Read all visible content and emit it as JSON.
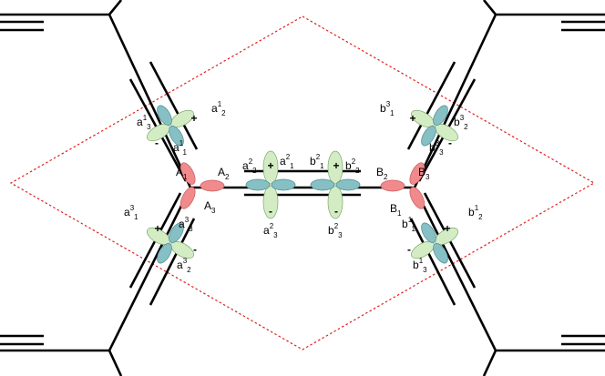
{
  "colors": {
    "sigma_lobe": "#f08a8c",
    "p_lobe_green": "#d4ecc4",
    "p_lobe_teal": "#86bfc4",
    "cell_outline": "#e0201e",
    "bond": "#000000"
  },
  "labels": {
    "A1": {
      "base": "A",
      "sub": "1"
    },
    "A2": {
      "base": "A",
      "sub": "2"
    },
    "A3": {
      "base": "A",
      "sub": "3"
    },
    "B1": {
      "base": "B",
      "sub": "1"
    },
    "B2": {
      "base": "B",
      "sub": "2"
    },
    "B3": {
      "base": "B",
      "sub": "3"
    },
    "a1_2": {
      "base": "a",
      "sup": "1",
      "sub": "2"
    },
    "a1_3": {
      "base": "a",
      "sup": "1",
      "sub": "3"
    },
    "a1_1": {
      "base": "a",
      "sup": "1",
      "sub": "1"
    },
    "a2_2": {
      "base": "a",
      "sup": "2",
      "sub": "2"
    },
    "a2_1": {
      "base": "a",
      "sup": "2",
      "sub": "1"
    },
    "a2_3": {
      "base": "a",
      "sup": "2",
      "sub": "3"
    },
    "a3_1": {
      "base": "a",
      "sup": "3",
      "sub": "1"
    },
    "a3_3": {
      "base": "a",
      "sup": "3",
      "sub": "3"
    },
    "a3_2": {
      "base": "a",
      "sup": "3",
      "sub": "2"
    },
    "b2_1": {
      "base": "b",
      "sup": "2",
      "sub": "1"
    },
    "b2_2": {
      "base": "b",
      "sup": "2",
      "sub": "2"
    },
    "b2_3": {
      "base": "b",
      "sup": "2",
      "sub": "3"
    },
    "b3_1": {
      "base": "b",
      "sup": "3",
      "sub": "1"
    },
    "b3_2": {
      "base": "b",
      "sup": "3",
      "sub": "2"
    },
    "b3_3": {
      "base": "b",
      "sup": "3",
      "sub": "3"
    },
    "b1_1": {
      "base": "b",
      "sup": "1",
      "sub": "1"
    },
    "b1_2": {
      "base": "b",
      "sup": "1",
      "sub": "2"
    },
    "b1_3": {
      "base": "b",
      "sup": "1",
      "sub": "3"
    }
  },
  "signs": {
    "plus": "+",
    "minus": "-"
  }
}
